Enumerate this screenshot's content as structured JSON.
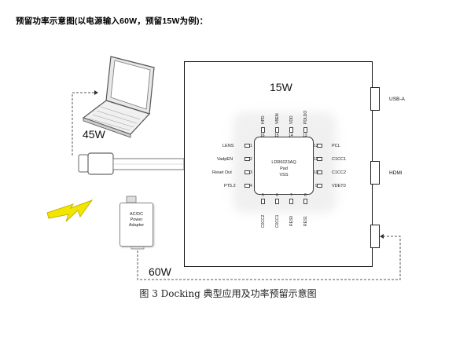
{
  "heading": "预留功率示意图(以电源输入60W，预留15W为例)：",
  "caption": "图 3 Docking 典型应用及功率预留示意图",
  "power": {
    "laptop": "45W",
    "dock": "15W",
    "adapter": "60W"
  },
  "adapter_label": [
    "AC/DC",
    "Power",
    "Adapter"
  ],
  "ports": {
    "usb_a": "USB-A",
    "hdmi": "HDMI"
  },
  "chip": {
    "name": "LDR6023AQ",
    "pad": "Pad",
    "vss": "VSS",
    "left_pins": [
      {
        "num": "1",
        "label": "LENS"
      },
      {
        "num": "2",
        "label": "VadpEN"
      },
      {
        "num": "3",
        "label": "Reset Out"
      },
      {
        "num": "4",
        "label": "PT5.2"
      }
    ],
    "right_pins": [
      {
        "num": "12",
        "label": "PCL"
      },
      {
        "num": "11",
        "label": "C1CC1"
      },
      {
        "num": "10",
        "label": "C1CC2"
      },
      {
        "num": "9",
        "label": "VDET0"
      }
    ],
    "top_pins": [
      {
        "num": "16",
        "label": "HPD"
      },
      {
        "num": "15",
        "label": "VBEN"
      },
      {
        "num": "14",
        "label": "VDD"
      },
      {
        "num": "13",
        "label": "PDLDO"
      }
    ],
    "bottom_pins": [
      {
        "num": "5",
        "label": "C0CC2"
      },
      {
        "num": "6",
        "label": "C0CC1"
      },
      {
        "num": "7",
        "label": "RES0"
      },
      {
        "num": "8",
        "label": "RES1"
      }
    ]
  },
  "colors": {
    "line": "#111111",
    "bolt_fill": "#f2e600",
    "bolt_stroke": "#c8b400",
    "dashed": "#555555"
  }
}
